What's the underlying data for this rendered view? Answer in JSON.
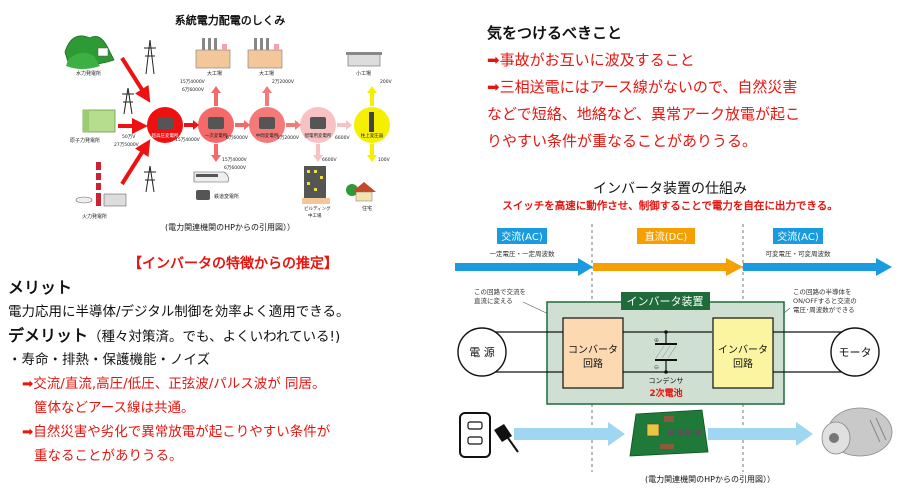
{
  "grid": {
    "title": "系統電力配電のしくみ",
    "caption": "(電力関連機関のHPからの引用図））",
    "sources": [
      {
        "label": "水力発電所"
      },
      {
        "label": "原子力発電所"
      },
      {
        "label": "火力発電所"
      }
    ],
    "source_voltage": [
      "50万V",
      "27万5000V"
    ],
    "substations": [
      {
        "label": "超高圧変電所",
        "color": "#ee1111",
        "out_voltage": "15万4000V"
      },
      {
        "label": "一次変電所",
        "color": "#f46a6a",
        "out_voltage": "6万6000V"
      },
      {
        "label": "中間変電所",
        "color": "#f47a7a",
        "out_voltage": "2万2000V"
      },
      {
        "label": "配電用変電所",
        "color": "#f8c2c2",
        "out_voltage": "6600V"
      },
      {
        "label": "柱上変圧器",
        "color": "#f5f000"
      }
    ],
    "consumers": {
      "factory1": {
        "label": "大工場",
        "voltage_top": "15万4000V",
        "voltage_bottom": "6万6000V"
      },
      "factory2": {
        "label": "大工場",
        "voltage": "2万2000V"
      },
      "small_factory": {
        "label": "小工場",
        "voltage": "200V"
      },
      "railway": {
        "label": "鉄道変電所",
        "voltage_top": "15万4000V",
        "voltage_bottom": "6万6000V"
      },
      "building": {
        "label_line1": "ビルディング",
        "label_line2": "中工場",
        "voltage": "6600V"
      },
      "house": {
        "label": "住宅",
        "voltage": "100V"
      }
    }
  },
  "estimation": {
    "heading": "【インバータの特徴からの推定】",
    "merit_title": "メリット",
    "merit_text": "電力応用に半導体/デジタル制御を効率よく適用できる。",
    "demerit_title": "デメリット",
    "demerit_note": "（種々対策済。でも、よくいわれている!)",
    "demerit_items": "・寿命・排熱・保護機能・ノイズ",
    "point1_line1": "➡交流/直流,高圧/低圧、正弦波/パルス波が 同居。",
    "point1_line2": "筐体などアース線は共通。",
    "point2_line1": "➡自然災害や劣化で異常放電が起こりやすい条件が",
    "point2_line2": "重なることがありうる。"
  },
  "caution": {
    "title": "気をつけるべきこと",
    "lines": [
      "➡事故がお互いに波及すること",
      "➡三相送電にはアース線がないので、自然災害",
      "などで短絡、地絡など、異常アーク放電が起こ",
      "りやすい条件が重なることがありうる。"
    ]
  },
  "inverter": {
    "title": "インバータ装置の仕組み",
    "subtitle": "スイッチを高速に動作させ、制御することで電力を自在に出力できる。",
    "segments": [
      {
        "label": "交流(AC)",
        "desc": "一定電圧・一定周波数",
        "color": "#1a9be0"
      },
      {
        "label": "直流(DC)",
        "desc": "",
        "color": "#f5a000"
      },
      {
        "label": "交流(AC)",
        "desc": "可変電圧・可変周波数",
        "color": "#1a9be0"
      }
    ],
    "note_left_line1": "この回路で交流を",
    "note_left_line2": "直流に変える",
    "note_right_line1": "この回路の半導体を",
    "note_right_line2": "ON/OFFすると交流の",
    "note_right_line3": "電圧･周波数ができる",
    "device_label": "インバータ装置",
    "converter_line1": "コンバータ",
    "converter_line2": "回路",
    "inverter_line1": "インバータ",
    "inverter_line2": "回路",
    "capacitor_label": "コンデンサ",
    "battery_label": "2次電池",
    "power_source_label": "電 源",
    "motor_label": "モータ",
    "caption": "(電力関連機関のHPからの引用図））",
    "colors": {
      "device_bg": "#cfe0d2",
      "device_border": "#1f6b3a",
      "converter_bg": "#fcd9b0",
      "inverter_bg": "#fbf4a0",
      "battery_text": "#e8140f",
      "flow_light": "#9fd6f2"
    }
  }
}
